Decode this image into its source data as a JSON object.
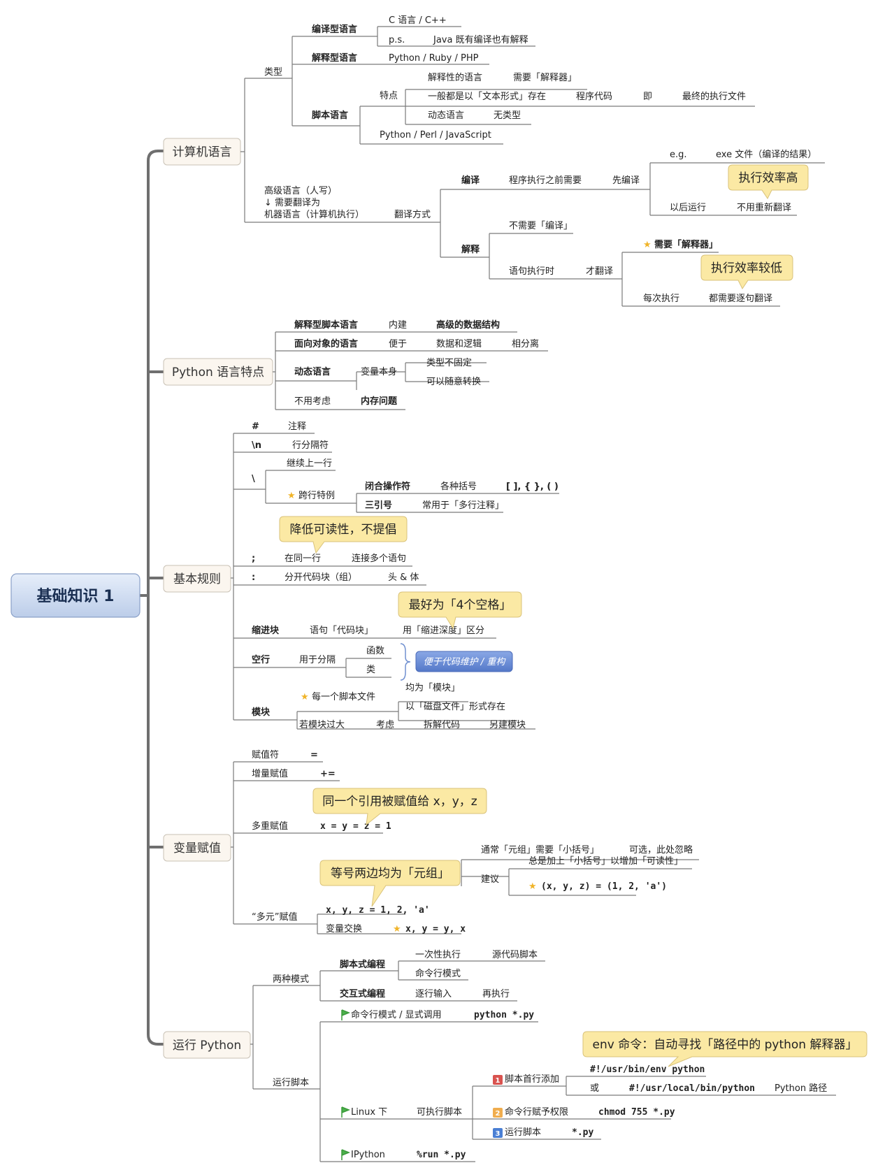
{
  "root": "基础知识 1",
  "colors": {
    "root_fill": "#cfdcf0",
    "category_fill": "#fbf6ef",
    "callout_fill": "#fbe9a4",
    "blue_tag": "#6b8fd6"
  },
  "cat1": {
    "title": "计算机语言",
    "type": "类型",
    "compiled": "编译型语言",
    "compiled_c": "C 语言 / C++",
    "ps": "p.s.",
    "ps_java": "Java 既有编译也有解释",
    "interp": "解释型语言",
    "interp_list": "Python / Ruby / PHP",
    "script": "脚本语言",
    "feature": "特点",
    "f1a": "解释性的语言",
    "f1b": "需要「解释器」",
    "f2a": "一般都是以「文本形式」存在",
    "f2b": "程序代码",
    "f2c": "即",
    "f2d": "最终的执行文件",
    "f3a": "动态语言",
    "f3b": "无类型",
    "script_list": "Python / Perl / JavaScript",
    "hl1": "高级语言（人写）",
    "hl2": "↓ 需要翻译为",
    "hl3": "机器语言（计算机执行）",
    "trans": "翻译方式",
    "compile": "编译",
    "before": "程序执行之前需要",
    "first": "先编译",
    "eg": "e.g.",
    "exe": "exe 文件（编译的结果）",
    "callout1": "执行效率高",
    "later": "以后运行",
    "norecompile": "不用重新翻译",
    "interpret": "解释",
    "nocompile": "不需要「编译」",
    "atexec": "语句执行时",
    "thentrans": "才翻译",
    "needinterp": "需要「解释器」",
    "callout2": "执行效率较低",
    "eachexec": "每次执行",
    "everyline": "都需要逐句翻译"
  },
  "cat2": {
    "title": "Python 语言特点",
    "r1a": "解释型脚本语言",
    "r1b": "内建",
    "r1c": "高级的数据结构",
    "r2a": "面向对象的语言",
    "r2b": "便于",
    "r2c": "数据和逻辑",
    "r2d": "相分离",
    "r3a": "动态语言",
    "r3b": "变量本身",
    "r3c": "类型不固定",
    "r3d": "可以随意转换",
    "r4a": "不用考虑",
    "r4b": "内存问题"
  },
  "cat3": {
    "title": "基本规则",
    "hash": "#",
    "comment": "注释",
    "nl": "\\n",
    "linesep": "行分隔符",
    "bs": "\\",
    "cont": "继续上一行",
    "special": "跨行特例",
    "closeop": "闭合操作符",
    "brackets": "各种括号",
    "bracket_sym": "[ ], { }, ( )",
    "triple": "三引号",
    "multiline": "常用于「多行注释」",
    "callout3": "降低可读性，不提倡",
    "semi": ";",
    "sameline": "在同一行",
    "connect": "连接多个语句",
    "colon": ":",
    "splitblock": "分开代码块（组）",
    "headbody": "头 & 体",
    "callout4": "最好为「4个空格」",
    "indent": "缩进块",
    "stmtblock": "语句「代码块」",
    "depth": "用「缩进深度」区分",
    "blank": "空行",
    "forsep": "用于分隔",
    "func": "函数",
    "cls": "类",
    "maint": "便于代码维护 / 重构",
    "module": "模块",
    "eachfile": "每一个脚本文件",
    "ismod": "均为「模块」",
    "diskfile": "以「磁盘文件」形式存在",
    "toobig": "若模块过大",
    "consider": "考虑",
    "split": "拆解代码",
    "newmod": "另建模块"
  },
  "cat4": {
    "title": "变量赋值",
    "assign": "赋值符",
    "eq": "=",
    "aug": "增量赋值",
    "pluseq": "+=",
    "callout5": "同一个引用被赋值给 x，y，z",
    "multi": "多重赋值",
    "multi_expr": "x = y = z = 1",
    "usually": "通常「元组」需要「小括号」",
    "optional": "可选，此处忽略",
    "callout6": "等号两边均为「元组」",
    "suggest": "建议",
    "always": "总是加上「小括号」以增加「可读性」",
    "tuple_expr": "(x, y, z) = (1, 2, 'a')",
    "multi_tuple": "x, y, z = 1, 2, 'a'",
    "multivar": "“多元”赋值",
    "swap": "变量交换",
    "swap_expr": "x, y = y, x"
  },
  "cat5": {
    "title": "运行 Python",
    "twomodes": "两种模式",
    "scriptprog": "脚本式编程",
    "once": "一次性执行",
    "source": "源代码脚本",
    "cmdline": "命令行模式",
    "interactive": "交互式编程",
    "lineinput": "逐行输入",
    "reexec": "再执行",
    "cmdexplicit": "命令行模式 / 显式调用",
    "pycmd": "python *.py",
    "runscript": "运行脚本",
    "callout7": "env 命令：自动寻找「路径中的 python 解释器」",
    "firstline": "脚本首行添加",
    "env": "#!/usr/bin/env python",
    "or": "或",
    "local": "#!/usr/local/bin/python",
    "pypath": "Python 路径",
    "linux": "Linux 下",
    "exec": "可执行脚本",
    "chmodlabel": "命令行赋予权限",
    "chmod": "chmod 755 *.py",
    "run": "运行脚本",
    "runpy": "*.py",
    "ipy": "IPython",
    "ipyrun": "%run *.py",
    "n1": "1",
    "n2": "2",
    "n3": "3"
  }
}
